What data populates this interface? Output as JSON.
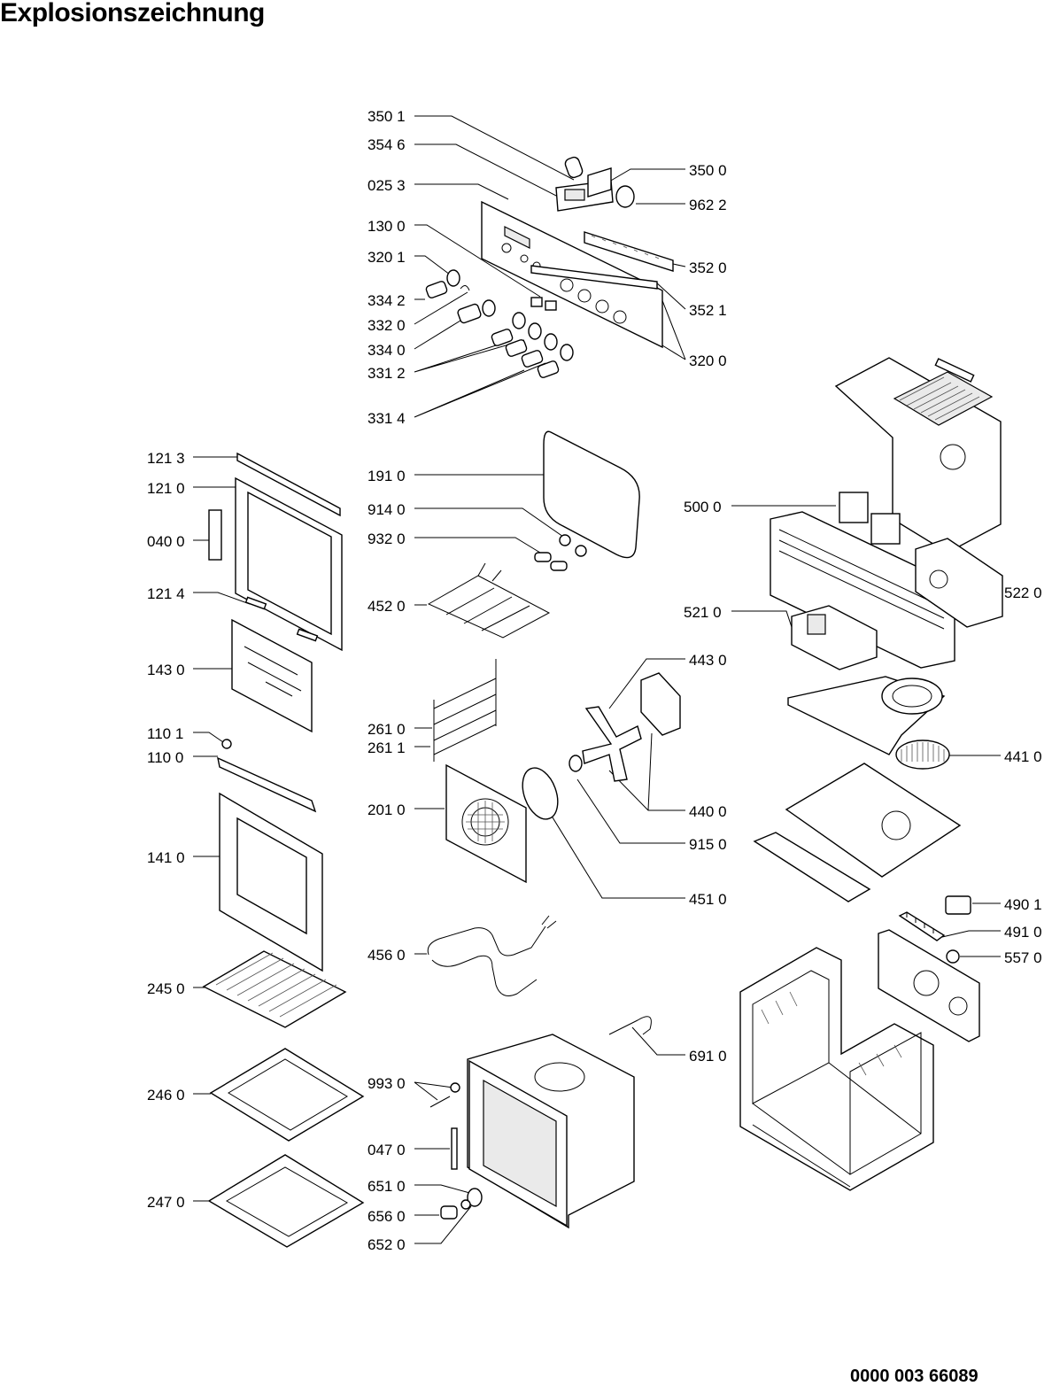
{
  "title": "Explosionszeichnung",
  "doc_number": "0000 003 66089",
  "parts": [
    {
      "id": "p3501",
      "text": "350 1"
    },
    {
      "id": "p3546",
      "text": "354 6"
    },
    {
      "id": "p0253",
      "text": "025 3"
    },
    {
      "id": "p1300",
      "text": "130 0"
    },
    {
      "id": "p3201",
      "text": "320 1"
    },
    {
      "id": "p3342",
      "text": "334 2"
    },
    {
      "id": "p3320",
      "text": "332 0"
    },
    {
      "id": "p3340",
      "text": "334 0"
    },
    {
      "id": "p3312",
      "text": "331 2"
    },
    {
      "id": "p3314",
      "text": "331 4"
    },
    {
      "id": "p3500",
      "text": "350 0"
    },
    {
      "id": "p9622",
      "text": "962 2"
    },
    {
      "id": "p3520",
      "text": "352 0"
    },
    {
      "id": "p3521",
      "text": "352 1"
    },
    {
      "id": "p3200",
      "text": "320 0"
    },
    {
      "id": "p1213",
      "text": "121 3"
    },
    {
      "id": "p1210",
      "text": "121 0"
    },
    {
      "id": "p0400",
      "text": "040 0"
    },
    {
      "id": "p1214",
      "text": "121 4"
    },
    {
      "id": "p1430",
      "text": "143 0"
    },
    {
      "id": "p1101",
      "text": "110 1"
    },
    {
      "id": "p1100",
      "text": "110 0"
    },
    {
      "id": "p1410",
      "text": "141 0"
    },
    {
      "id": "p2450",
      "text": "245 0"
    },
    {
      "id": "p2460",
      "text": "246 0"
    },
    {
      "id": "p2470",
      "text": "247 0"
    },
    {
      "id": "p1910",
      "text": "191 0"
    },
    {
      "id": "p9140",
      "text": "914 0"
    },
    {
      "id": "p9320",
      "text": "932 0"
    },
    {
      "id": "p4520",
      "text": "452 0"
    },
    {
      "id": "p2610",
      "text": "261 0"
    },
    {
      "id": "p2611",
      "text": "261 1"
    },
    {
      "id": "p2010",
      "text": "201 0"
    },
    {
      "id": "p4560",
      "text": "456 0"
    },
    {
      "id": "p9930",
      "text": "993 0"
    },
    {
      "id": "p0470",
      "text": "047 0"
    },
    {
      "id": "p6510",
      "text": "651 0"
    },
    {
      "id": "p6560",
      "text": "656 0"
    },
    {
      "id": "p6520",
      "text": "652 0"
    },
    {
      "id": "p5000",
      "text": "500 0"
    },
    {
      "id": "p5220",
      "text": "522 0"
    },
    {
      "id": "p5210",
      "text": "521 0"
    },
    {
      "id": "p4430",
      "text": "443 0"
    },
    {
      "id": "p4410",
      "text": "441 0"
    },
    {
      "id": "p4400",
      "text": "440 0"
    },
    {
      "id": "p9150",
      "text": "915 0"
    },
    {
      "id": "p4510",
      "text": "451 0"
    },
    {
      "id": "p4901",
      "text": "490 1"
    },
    {
      "id": "p4910",
      "text": "491 0"
    },
    {
      "id": "p5570",
      "text": "557 0"
    },
    {
      "id": "p6910",
      "text": "691 0"
    }
  ]
}
